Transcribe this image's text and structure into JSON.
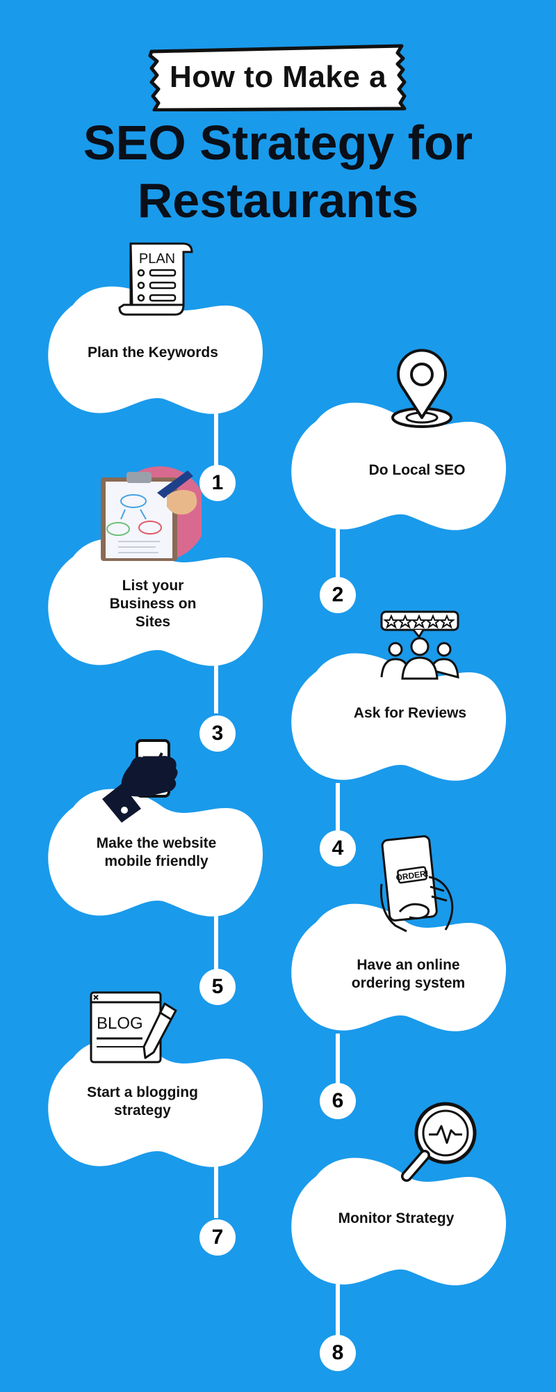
{
  "header": {
    "banner_text": "How to Make a",
    "title_line1": "SEO Strategy for",
    "title_line2": "Restaurants"
  },
  "steps": [
    {
      "number": "1",
      "label": "Plan the Keywords",
      "icon": "plan-document-icon"
    },
    {
      "number": "2",
      "label": "Do Local SEO",
      "icon": "location-pin-icon"
    },
    {
      "number": "3",
      "label": "List your Business on Sites",
      "icon": "clipboard-illustration-icon"
    },
    {
      "number": "4",
      "label": "Ask for Reviews",
      "icon": "reviews-people-icon"
    },
    {
      "number": "5",
      "label": "Make the website mobile friendly",
      "icon": "phone-in-hand-icon"
    },
    {
      "number": "6",
      "label": "Have an online ordering system",
      "icon": "order-phone-icon"
    },
    {
      "number": "7",
      "label": "Start a blogging strategy",
      "icon": "blog-icon"
    },
    {
      "number": "8",
      "label": "Monitor Strategy",
      "icon": "magnifier-monitor-icon"
    }
  ],
  "icon_text": {
    "plan": "PLAN",
    "blog": "BLOG",
    "order": "ORDER!"
  },
  "colors": {
    "background": "#1a9aeb",
    "card": "#ffffff",
    "text": "#111111"
  }
}
